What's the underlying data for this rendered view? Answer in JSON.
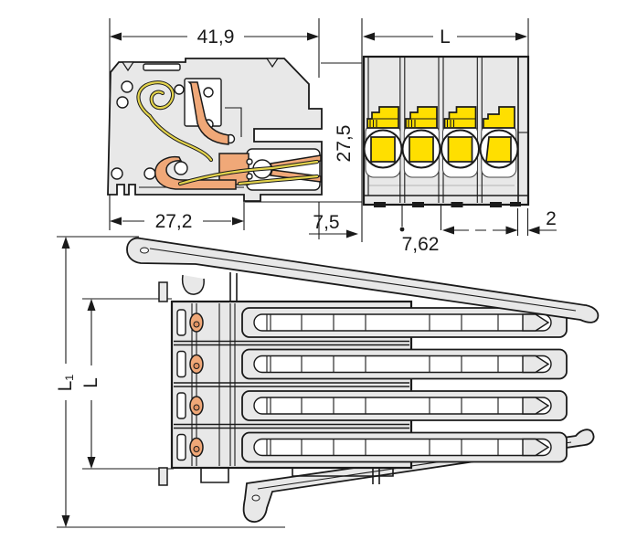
{
  "drawing": {
    "type": "connector-technical-drawing",
    "colors": {
      "line": "#1a1a1a",
      "body_fill": "#e8e8e8",
      "copper_contact": "#f0a878",
      "lever_yellow": "#ffdf00",
      "spring_wire": "#e3d34c",
      "background": "#ffffff"
    },
    "views": {
      "side_section": {
        "pole_count": 1
      },
      "front": {
        "pole_count": 4
      },
      "top": {
        "pole_count": 4
      }
    },
    "dims": {
      "overall_width": "41,9",
      "lower_body_width": "27,2",
      "plug_projection": "7,5",
      "height": "27,5",
      "length_label": "L",
      "pole_pitch": "7,62",
      "end_plate": "2",
      "total_length_label": "L₁",
      "body_length_label": "L"
    }
  }
}
